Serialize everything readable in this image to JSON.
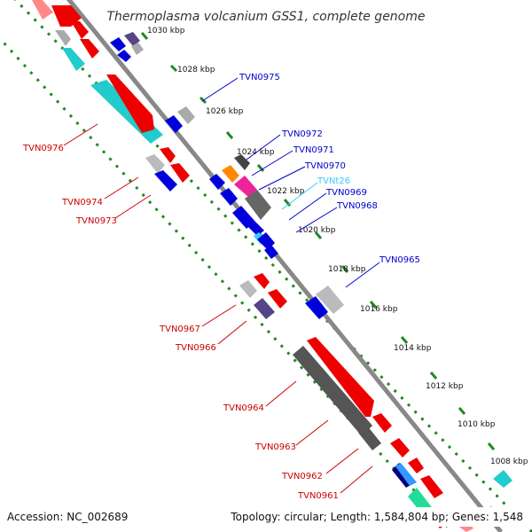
{
  "title": "Thermoplasma volcanium GSS1, complete genome",
  "accession": "Accession: NC_002689",
  "summary": "Topology: circular; Length: 1,584,804 bp; Genes: 1,548",
  "ticks": [
    "1030 kbp",
    "1028 kbp",
    "1026 kbp",
    "1024 kbp",
    "1022 kbp",
    "1020 kbp",
    "1018 kbp",
    "1016 kbp",
    "1014 kbp",
    "1012 kbp",
    "1010 kbp",
    "1008 kbp"
  ],
  "labels": {
    "forward": [
      "TVN0975",
      "TVN0972",
      "TVN0971",
      "TVN0970",
      "TVNt26",
      "TVN0969",
      "TVN0968",
      "TVN0965"
    ],
    "reverse": [
      "TVN0976",
      "TVN0974",
      "TVN0973",
      "TVN0967",
      "TVN0966",
      "TVN0964",
      "TVN0963",
      "TVN0962",
      "TVN0961"
    ]
  },
  "colors": {
    "forward_label": "#0000cc",
    "trna_label": "#33ccff",
    "reverse_label": "#cc0000",
    "backbone": "#888888",
    "tick": "#228822"
  }
}
